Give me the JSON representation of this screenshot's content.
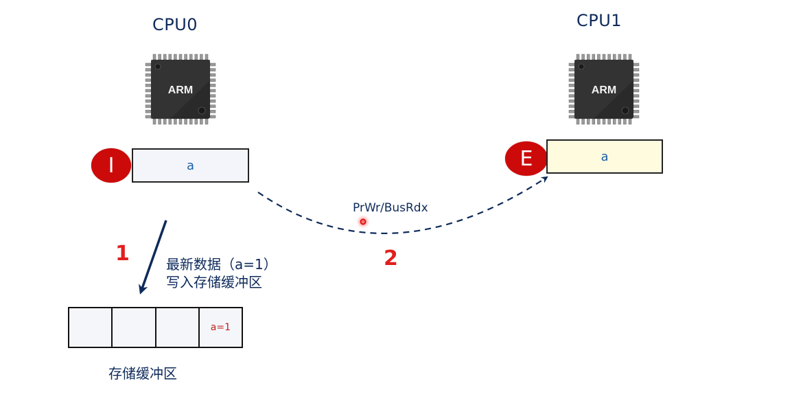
{
  "cpus": [
    {
      "title": "CPU0",
      "chip_label": "ARM",
      "state": "I",
      "cache_value": "a",
      "cache_fill": "#f3f5fa"
    },
    {
      "title": "CPU1",
      "chip_label": "ARM",
      "state": "E",
      "cache_value": "a",
      "cache_fill": "#fffbdf"
    }
  ],
  "steps": [
    {
      "number": "1",
      "description_line1": "最新数据（a=1）",
      "description_line2": "写入存储缓冲区"
    },
    {
      "number": "2",
      "transition_label": "PrWr/BusRdx"
    }
  ],
  "store_buffer": {
    "label": "存储缓冲区",
    "cells": [
      "",
      "",
      "",
      "a=1"
    ]
  },
  "colors": {
    "state_badge": "#cc0a0a",
    "step_number": "#e0201e",
    "arrow": "#0e2a5a",
    "text": "#0e2a5a"
  },
  "cursor": {
    "visible": true
  }
}
